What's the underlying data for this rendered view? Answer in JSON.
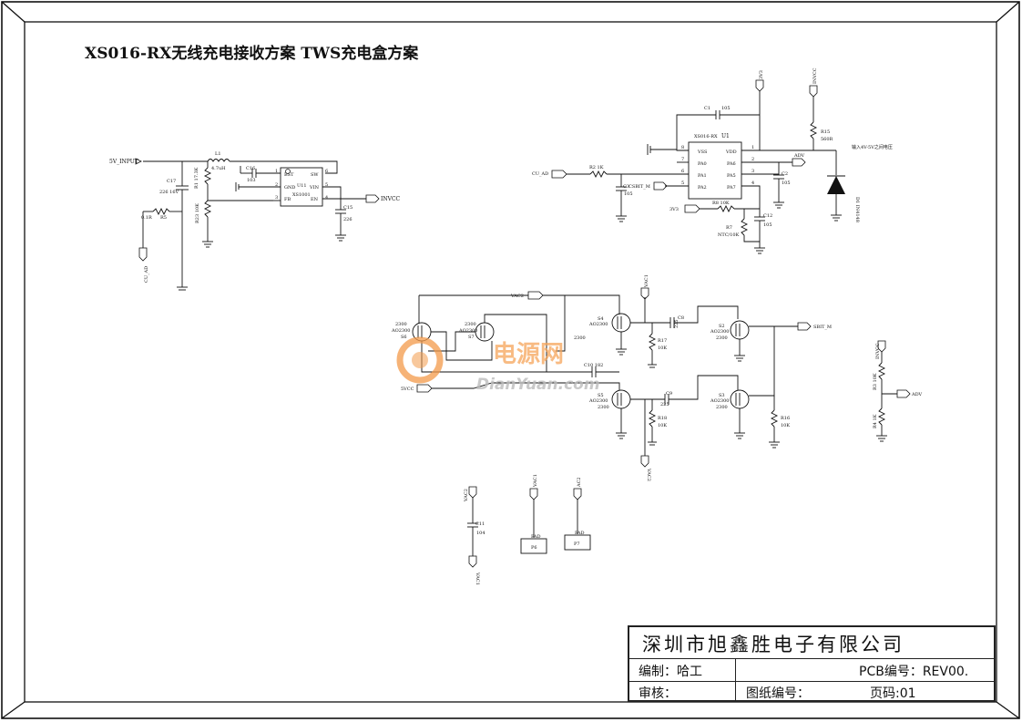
{
  "title": "XS016-RX无线充电接收方案 TWS充电盒方案",
  "title_block": {
    "company": "深圳市旭鑫胜电子有限公司",
    "prepared_label": "编制：哈工",
    "pcb_label": "PCB编号：REV00.",
    "review_label": "审核：",
    "drawing_no_label": "图纸编号：",
    "page_label": "页码:01"
  },
  "watermark": {
    "cn": "电源网",
    "en": "DianYuan.com"
  },
  "labels": {
    "net_5v_input": "5V_INPUT",
    "net_invcc_a": "INVCC",
    "net_cu_ad_a": "CU_AD",
    "net_cu_ad_b": "CU_AD",
    "net_3v3_top": "3V3",
    "net_invcc_top": "INVCC",
    "net_adv_a": "ADV",
    "net_adv_b": "ADV",
    "net_csbit_m": "CSBIT_M",
    "net_3v3_left": "3V3",
    "net_vac2_a": "VAC2",
    "net_vac1_a": "VAC1",
    "net_5vcc": "5VCC",
    "net_sbit_m": "SBIT_M",
    "net_vac2_b": "VAC2",
    "net_vac1_b": "VAC1",
    "net_vac2_c": "VAC2",
    "net_vac1_c": "VAC1",
    "net_ac2": "AC2",
    "net_invcc_r": "INVCC",
    "note_voltage": "输入4V-5V之间电压",
    "u11_ref": "U11",
    "u11_part": "XS1001",
    "u11_pin_bst": "BST",
    "u11_pin_gnd": "GND",
    "u11_pin_fb": "FB",
    "u11_pin_sw": "SW",
    "u11_pin_vin": "VIN",
    "u11_pin_en": "EN",
    "u1_ref": "U1",
    "u1_part": "XS016-RX",
    "u1_pin_vss": "VSS",
    "u1_pin_pa0": "PA0",
    "u1_pin_pa1": "PA1",
    "u1_pin_pa2": "PA2",
    "u1_pin_vdd": "VDD",
    "u1_pin_pa6": "PA6",
    "u1_pin_pa5": "PA5",
    "u1_pin_pa7": "PA7",
    "l1": "L1",
    "l1_val": "4.7uH",
    "c16": "C16",
    "c16_val": "103",
    "c17": "C17",
    "c17_val": "226 16V",
    "r1": "R1",
    "r1_val": "17.3K",
    "r23": "R23",
    "r23_val": "10K",
    "r5": "R5",
    "r5_val": "0.1R",
    "c15": "C15",
    "c15_val": "226",
    "c1": "C1",
    "c1_val": "105",
    "r15": "R15",
    "r15_val": "560R",
    "r2": "R2",
    "r2_val": "1K",
    "c3": "C3",
    "c3_val": "105",
    "c2": "C2",
    "c2_val": "105",
    "r8": "R8",
    "r8_val": "10K",
    "r7": "R7",
    "r7_val": "NTC/10K",
    "c12": "C12",
    "c12_val": "105",
    "d1": "D1",
    "d1_val": "IN4148",
    "s6": "S6",
    "s7": "S7",
    "s4": "S4",
    "s5": "S5",
    "s2": "S2",
    "s3": "S3",
    "mos_part": "AO2300",
    "mos_val": "2300",
    "r17": "R17",
    "r17_val": "10K",
    "r18": "R18",
    "r18_val": "10K",
    "r16": "R16",
    "r16_val": "10K",
    "c8": "C8",
    "c8_val": "225",
    "c9": "C9",
    "c9_val": "225",
    "c10": "C10",
    "c10_val": "182",
    "r3": "R3",
    "r3_val": "10K",
    "r4": "R4",
    "r4_val": "1K",
    "c11": "C11",
    "c11_val": "104",
    "p6": "P6",
    "p7": "P7",
    "pad": "PAD"
  }
}
